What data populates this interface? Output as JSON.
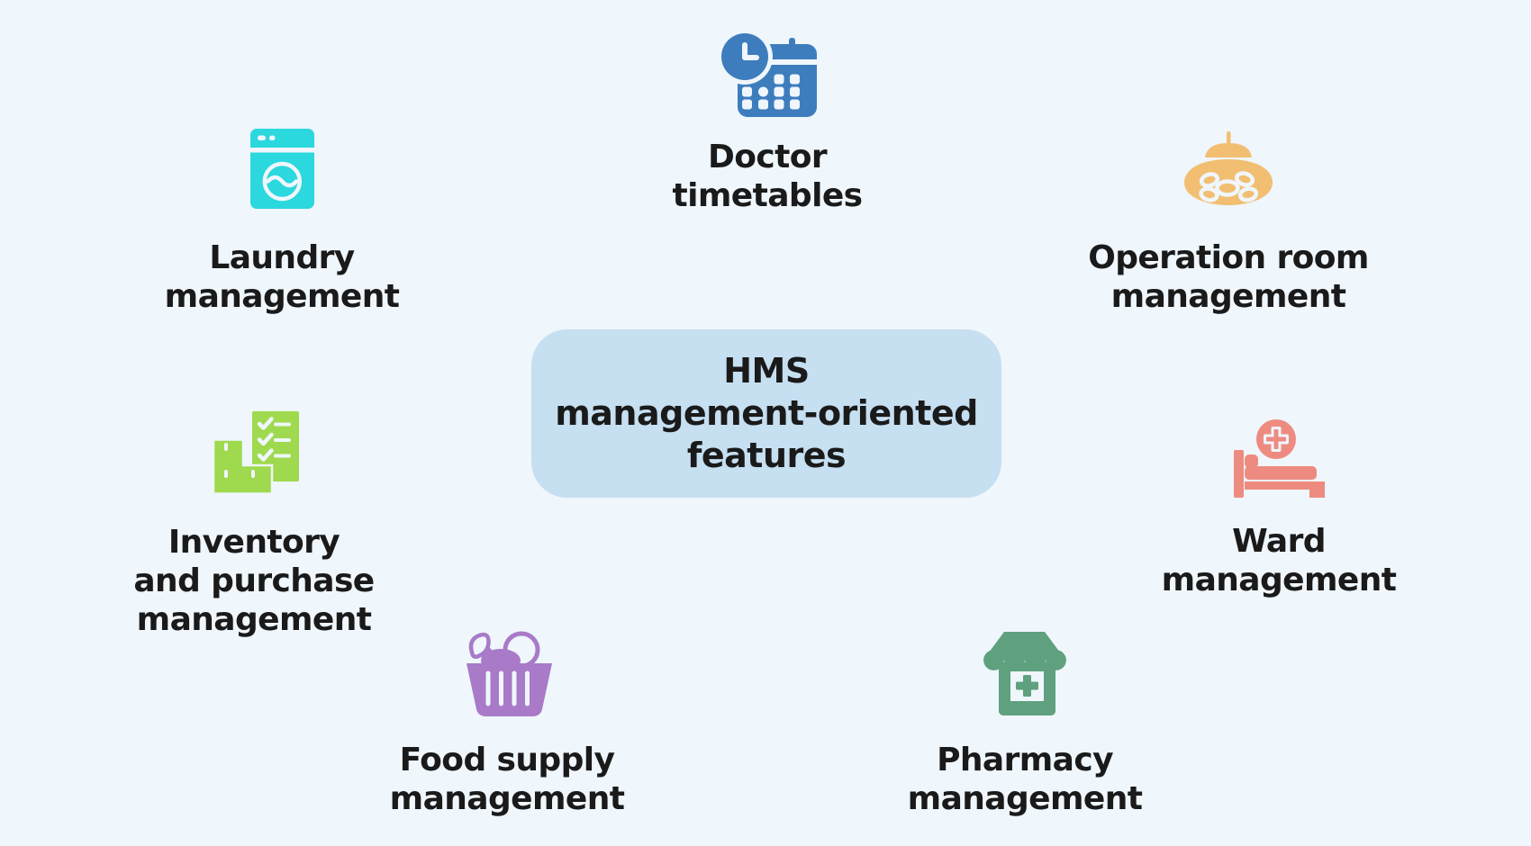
{
  "title": {
    "lines": [
      "HMS",
      "management-oriented",
      "features"
    ]
  },
  "features": [
    {
      "name": "doctor-timetables",
      "icon": "calendar-clock-icon",
      "lines": [
        "Doctor",
        "timetables"
      ],
      "color": "#3E7DBD"
    },
    {
      "name": "laundry-management",
      "icon": "washing-machine-icon",
      "lines": [
        "Laundry",
        "management"
      ],
      "color": "#2BD8DE"
    },
    {
      "name": "operation-room-management",
      "icon": "surgical-lamp-icon",
      "lines": [
        "Operation room",
        "management"
      ],
      "color": "#F2BE71"
    },
    {
      "name": "inventory-purchase-management",
      "icon": "checklist-boxes-icon",
      "lines": [
        "Inventory",
        "and purchase",
        "management"
      ],
      "color": "#9FD94E"
    },
    {
      "name": "ward-management",
      "icon": "hospital-bed-icon",
      "lines": [
        "Ward",
        "management"
      ],
      "color": "#EE8B81"
    },
    {
      "name": "food-supply-management",
      "icon": "food-basket-icon",
      "lines": [
        "Food supply",
        "management"
      ],
      "color": "#A87AC8"
    },
    {
      "name": "pharmacy-management",
      "icon": "pharmacy-store-icon",
      "lines": [
        "Pharmacy",
        "management"
      ],
      "color": "#5FA17E"
    }
  ],
  "colors": {
    "background": "#EFF6FC",
    "center_box": "#C6DFF1",
    "text": "#1A1A1A",
    "doctor": "#3E7DBD",
    "laundry": "#2BD8DE",
    "operation": "#F2BE71",
    "inventory": "#9FD94E",
    "ward": "#EE8B81",
    "food": "#A87AC8",
    "pharmacy": "#5FA17E"
  }
}
